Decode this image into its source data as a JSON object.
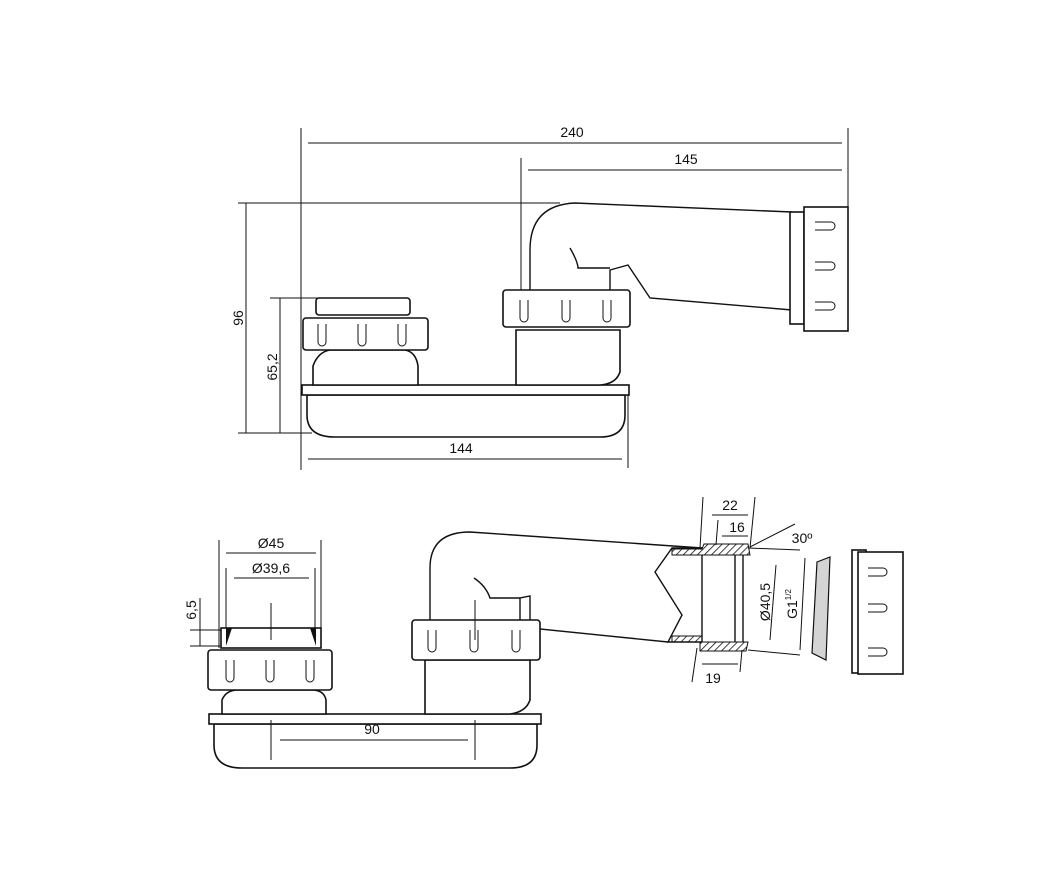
{
  "top_view": {
    "dims": {
      "overall_length": "240",
      "riser_to_end": "145",
      "overall_height": "96",
      "outlet_height": "65,2",
      "base_length": "144"
    }
  },
  "bottom_view": {
    "dims": {
      "outer_diameter": "Ø45",
      "inner_diameter": "Ø39,6",
      "cap_height": "6,5",
      "center_distance": "90",
      "thread_length": "22",
      "thread_inner_length": "16",
      "chamfer_angle": "30º",
      "pipe_diameter": "Ø40,5",
      "thread_spec": "G1",
      "thread_spec_fraction": "1/2",
      "socket_length": "19"
    }
  },
  "colors": {
    "line": "#111111",
    "gasket": "#d4d4d4"
  }
}
